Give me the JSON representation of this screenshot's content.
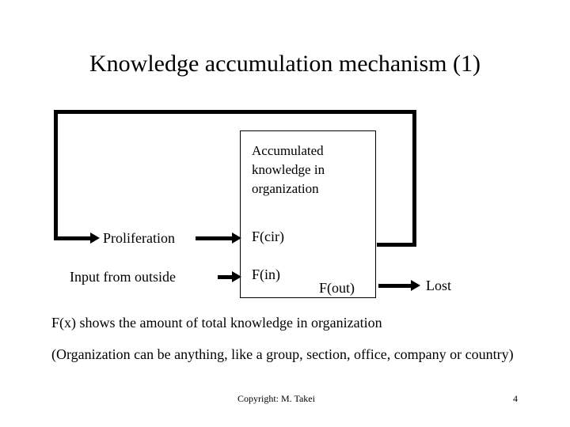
{
  "slide": {
    "title": "Knowledge accumulation mechanism (1)",
    "page_number": "4",
    "copyright": "Copyright: M. Takei",
    "background_color": "#ffffff",
    "ink_color": "#000000"
  },
  "diagram": {
    "type": "flow-diagram",
    "box": {
      "heading": "Accumulated knowledge in organization",
      "labels": {
        "circulation": "F(cir)",
        "input": "F(in)",
        "output": "F(out)"
      }
    },
    "external_labels": {
      "proliferation": "Proliferation",
      "input_from_outside": "Input from outside",
      "lost": "Lost"
    },
    "flows": [
      {
        "name": "feedback-loop",
        "from": "Accumulated knowledge in organization",
        "to": "Proliferation"
      },
      {
        "name": "proliferation-to-box",
        "from": "Proliferation",
        "to": "F(cir)"
      },
      {
        "name": "input-to-box",
        "from": "Input from outside",
        "to": "F(in)"
      },
      {
        "name": "box-to-lost",
        "from": "F(out)",
        "to": "Lost"
      }
    ]
  },
  "notes": {
    "line_1": "F(x) shows the amount of total knowledge in organization",
    "line_2": "(Organization can be anything, like a group, section, office, company or country)"
  }
}
